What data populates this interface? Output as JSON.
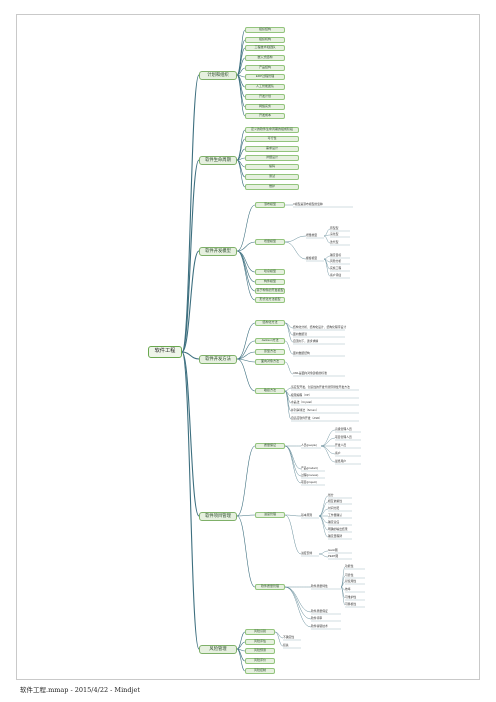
{
  "root": "软件工程",
  "branches": [
    {
      "label": "计划和组织",
      "children": [
        {
          "label": "组织结构"
        },
        {
          "label": "组织机构"
        },
        {
          "label": "工程技术和团队"
        },
        {
          "label": "嵌入式结构"
        },
        {
          "label": "产品结构"
        },
        {
          "label": "ERP过程管理"
        },
        {
          "label": "人工智能团队"
        },
        {
          "label": "开发计划"
        },
        {
          "label": "网络实务"
        },
        {
          "label": "开发成本"
        }
      ]
    },
    {
      "label": "软件生命周期",
      "children": [
        {
          "label": "定义的软件生命周期的组成阶段"
        },
        {
          "label": "可行性"
        },
        {
          "label": "需求设计"
        },
        {
          "label": "详细设计"
        },
        {
          "label": "编码"
        },
        {
          "label": "测试"
        },
        {
          "label": "维护"
        }
      ]
    },
    {
      "label": "软件开发模型",
      "children": [
        {
          "label": "瀑布模型",
          "children": [
            {
              "label": "V模型是瀑布模型的变种"
            }
          ]
        },
        {
          "label": "增量模型",
          "children": [
            {
              "label": "增量类型",
              "children": [
                {
                  "label": "原型型"
                },
                {
                  "label": "演化型"
                },
                {
                  "label": "迭代型"
                }
              ]
            },
            {
              "label": "螺旋模型",
              "children": [
                {
                  "label": "确定目标"
                },
                {
                  "label": "风险分析"
                },
                {
                  "label": "实施工程"
                },
                {
                  "label": "客户评估"
                }
              ]
            }
          ]
        },
        {
          "label": "喷泉模型"
        },
        {
          "label": "构件模型"
        },
        {
          "label": "基于构件的开发模型"
        },
        {
          "label": "形式化方法模型"
        }
      ]
    },
    {
      "label": "软件开发方法",
      "children": [
        {
          "label": "结构化方法",
          "children": [
            {
              "label": "结构化分析、结构化设计、结构化程序设计"
            },
            {
              "label": "面向数据流"
            },
            {
              "label": "自顶向下，逐步求精"
            }
          ]
        },
        {
          "label": "Jackson方法",
          "children": [
            {
              "label": "面向数据结构"
            }
          ]
        },
        {
          "label": "原型方法"
        },
        {
          "label": "面向对象方法",
          "children": [
            {
              "label": "UML是面向对象建模的标准"
            }
          ]
        },
        {
          "label": "敏捷方法",
          "children": [
            {
              "label": "适应型开发，创造性的开发代替预测性开发方法"
            },
            {
              "label": "极限编程（XP）"
            },
            {
              "label": "水晶法（Crystal）"
            },
            {
              "label": "并列争球法（Scrum）"
            },
            {
              "label": "自适应软件开发（ASD）"
            }
          ]
        }
      ]
    },
    {
      "label": "软件项目管理",
      "children": [
        {
          "label": "质量保证",
          "children": [
            {
              "label": "人员(people)",
              "children": [
                {
                  "label": "高级管理人员"
                },
                {
                  "label": "项目管理人员"
                },
                {
                  "label": "开发人员"
                },
                {
                  "label": "客户"
                },
                {
                  "label": "最终用户"
                }
              ]
            },
            {
              "label": "产品(product)"
            },
            {
              "label": "过程(process)"
            },
            {
              "label": "项目(project)"
            }
          ]
        },
        {
          "label": "进度管理",
          "children": [
            {
              "label": "基本原则",
              "children": [
                {
                  "label": "划分"
                },
                {
                  "label": "相互依赖性"
                },
                {
                  "label": "时间分配"
                },
                {
                  "label": "工作量确认"
                },
                {
                  "label": "确定责任"
                },
                {
                  "label": "明确的输出结果"
                },
                {
                  "label": "确定里程碑"
                }
              ]
            },
            {
              "label": "进度安排",
              "children": [
                {
                  "label": "Gantt图"
                },
                {
                  "label": "PERT图"
                }
              ]
            }
          ]
        },
        {
          "label": "软件质量管理",
          "children": [
            {
              "label": "软件质量特性",
              "children": [
                {
                  "label": "功能性"
                },
                {
                  "label": "可靠性"
                },
                {
                  "label": "易使用性"
                },
                {
                  "label": "效率"
                },
                {
                  "label": "可维护性"
                },
                {
                  "label": "可移植性"
                }
              ]
            },
            {
              "label": "软件质量保证"
            },
            {
              "label": "软件评审"
            },
            {
              "label": "软件容错技术"
            }
          ]
        }
      ]
    },
    {
      "label": "风险管理",
      "children": [
        {
          "label": "风险识别",
          "children": [
            {
              "label": "不确定性"
            },
            {
              "label": "损失"
            }
          ]
        },
        {
          "label": "风险评估"
        },
        {
          "label": "风险预测"
        },
        {
          "label": "风险评价"
        },
        {
          "label": "风险控制"
        }
      ]
    }
  ],
  "footer": "软件工程.mmap - 2015/4/22 - Mindjet"
}
